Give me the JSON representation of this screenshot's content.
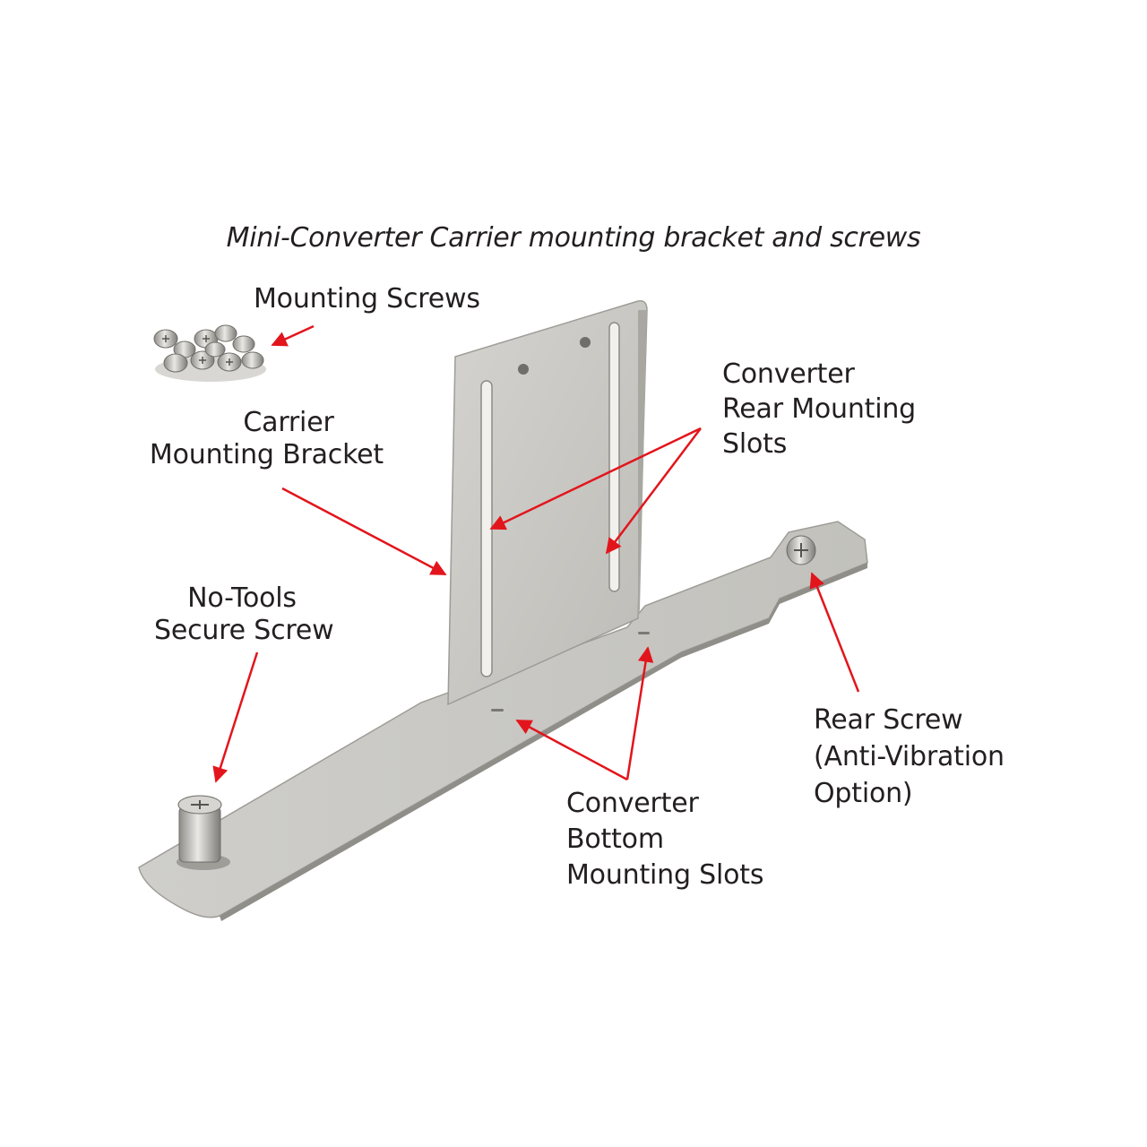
{
  "title": "Mini-Converter Carrier mounting bracket and screws",
  "labels": {
    "mounting_screws": [
      "Mounting Screws"
    ],
    "carrier_bracket": [
      "Carrier",
      "Mounting Bracket"
    ],
    "rear_slots": [
      "Converter",
      "Rear Mounting",
      "Slots"
    ],
    "no_tools_screw": [
      "No-Tools",
      "Secure Screw"
    ],
    "bottom_slots": [
      "Converter",
      "Bottom",
      "Mounting Slots"
    ],
    "rear_screw": [
      "Rear Screw",
      "(Anti-Vibration",
      "Option)"
    ]
  },
  "colors": {
    "arrow": "#e3151c",
    "metal": "#c9c8c4",
    "metal_dark": "#a9a8a3",
    "text": "#231f20"
  }
}
